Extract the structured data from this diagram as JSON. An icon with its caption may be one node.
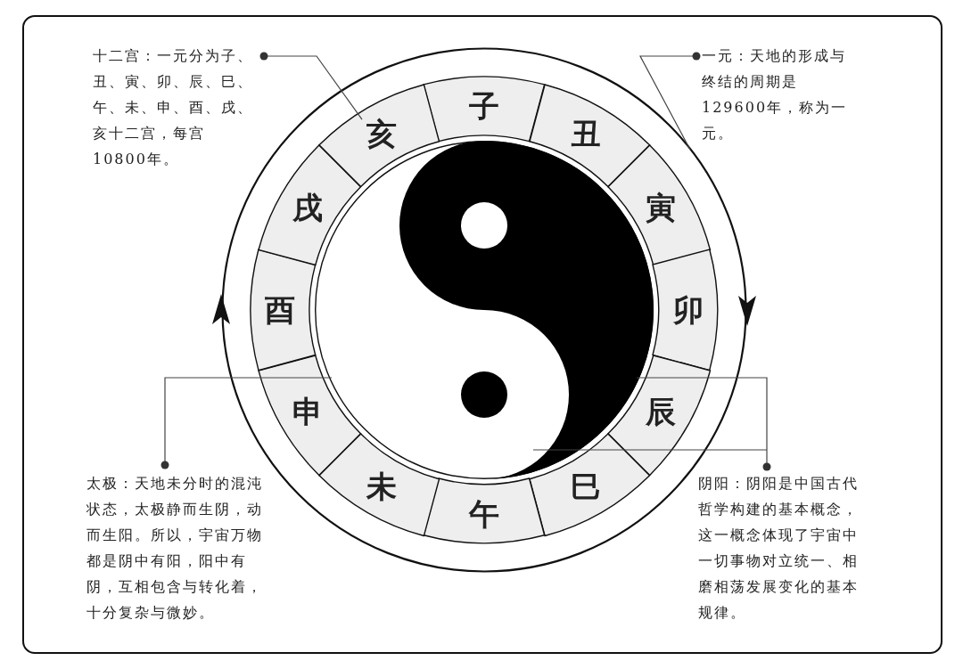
{
  "diagram": {
    "nodes": [
      {
        "text": [
          "十二宫：一元分为子、丑、寅、卯、辰、巳、午、未、申、酉、戌、亥十二宫，每宫10800年。"
        ]
      },
      {
        "text": [
          "一元：天地的形成与终结的周期是129600年，称为一元。"
        ]
      },
      {
        "text": [],
        "shape": "circle"
      },
      {
        "text": [
          "子"
        ],
        "in": 2
      },
      {
        "text": [
          "丑"
        ],
        "in": 2
      },
      {
        "text": [
          "寅"
        ],
        "in": 2
      },
      {
        "text": [
          "卯"
        ],
        "in": 2
      },
      {
        "text": [
          "辰"
        ],
        "in": 2
      },
      {
        "text": [
          "巳"
        ],
        "in": 2
      },
      {
        "text": [
          "午"
        ],
        "in": 2
      },
      {
        "text": [
          "未"
        ],
        "in": 2
      },
      {
        "text": [
          "申"
        ],
        "in": 2
      },
      {
        "text": [
          "酉"
        ],
        "in": 2
      },
      {
        "text": [
          "戌"
        ],
        "in": 2
      },
      {
        "text": [
          "亥"
        ],
        "in": 2
      },
      {
        "text": [],
        "shape": "circle",
        "in": 2
      },
      {
        "text": [
          "太极：天地未分时的混沌状态，太极静而生阴，动而生阳。所以，宇宙万物都是阴中有阳，阳中有阴，互相包含与转化着，十分复杂与微妙。"
        ]
      },
      {
        "text": [
          "阴阳：阴阳是中国古代哲学构建的基本概念，这一概念体现了宇宙中一切事物对立统一、相磨相荡发展变化的基本规律。"
        ]
      }
    ],
    "edges": [
      {
        "from": 0,
        "to": 14,
        "arrow": "other"
      },
      {
        "from": 1,
        "to": 2,
        "arrow": "other"
      },
      {
        "from": 16,
        "to": 15,
        "arrow": "other"
      },
      {
        "from": 17,
        "to": 15,
        "arrow": "other"
      }
    ]
  }
}
